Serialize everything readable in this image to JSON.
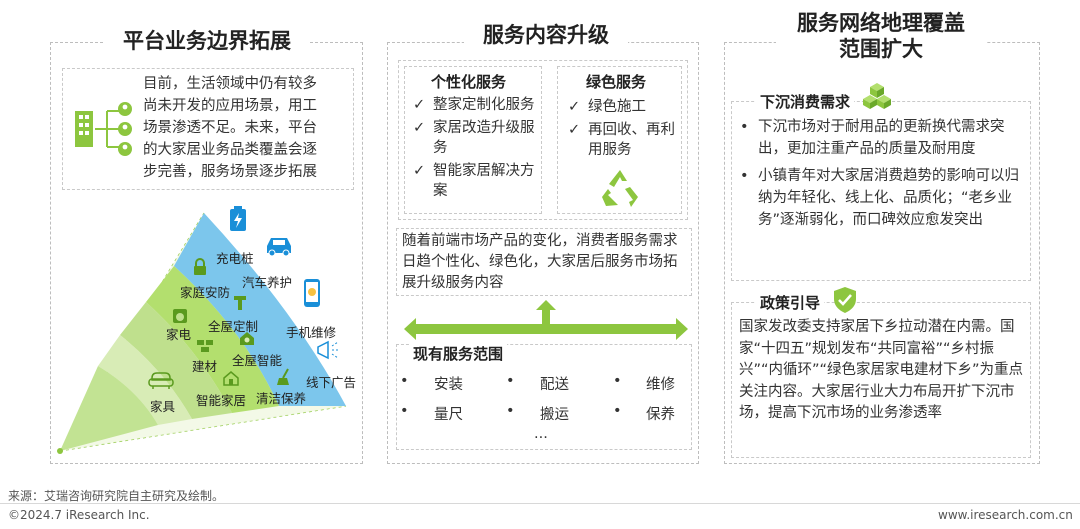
{
  "left": {
    "title": "平台业务边界拓展",
    "intro_lines": [
      "目前，生活领域中仍有较多",
      "尚未开发的应用场景，用工",
      "场景渗透不足。未来，平台",
      "的大家居业务品类覆盖会逐",
      "步完善，服务场景逐步拓展"
    ],
    "fan_labels": [
      {
        "text": "家具",
        "icon": "sofa-icon"
      },
      {
        "text": "智能家居",
        "icon": "smart-home-icon"
      },
      {
        "text": "清洁保养",
        "icon": "broom-icon"
      },
      {
        "text": "线下广告",
        "icon": "megaphone-icon"
      },
      {
        "text": "建材",
        "icon": "brick-icon"
      },
      {
        "text": "全屋智能",
        "icon": "smart-house-icon"
      },
      {
        "text": "家电",
        "icon": "appliance-icon"
      },
      {
        "text": "全屋定制",
        "icon": "wrench-icon"
      },
      {
        "text": "手机维修",
        "icon": "phone-icon"
      },
      {
        "text": "家庭安防",
        "icon": "lock-icon"
      },
      {
        "text": "汽车养护",
        "icon": "car-icon"
      },
      {
        "text": "充电桩",
        "icon": "battery-icon"
      }
    ],
    "colors": {
      "ring1": "#f1f8e3",
      "ring2": "#d8ecb6",
      "ring3": "#bfe08d",
      "ring4": "#b3df6e",
      "ring5": "#a8dcf0",
      "ring6": "#7cc6ec"
    }
  },
  "middle": {
    "title": "服务内容升级",
    "personal": {
      "heading": "个性化服务",
      "items": [
        "整家定制化服务",
        "家居改造升级服务",
        "智能家居解决方案"
      ]
    },
    "green": {
      "heading": "绿色服务",
      "items": [
        "绿色施工",
        "再回收、再利用服务"
      ],
      "icon": "recycle-icon"
    },
    "summary": "随着前端市场产品的变化，消费者服务需求日趋个性化、绿色化，大家居后服务市场拓展升级服务内容",
    "current": {
      "heading": "现有服务范围",
      "items": [
        "安装",
        "配送",
        "维修",
        "量尺",
        "搬运",
        "保养"
      ],
      "more": "..."
    },
    "colors": {
      "accent": "#8dc63f"
    }
  },
  "right": {
    "title_line1": "服务网络地理覆盖",
    "title_line2": "范围扩大",
    "demand": {
      "heading": "下沉消费需求",
      "items": [
        "下沉市场对于耐用品的更新换代需求突出，更加注重产品的质量及耐用度",
        "小镇青年对大家居消费趋势的影响可以归纳为年轻化、线上化、品质化；“老乡业务”逐渐弱化，而口碑效应愈发突出"
      ]
    },
    "policy": {
      "heading": "政策引导",
      "text": "国家发改委支持家居下乡拉动潜在内需。国家“十四五”规划发布“共同富裕”“乡村振兴”“内循环”“绿色家居家电建材下乡”为重点关注内容。大家居行业大力布局开扩下沉市场，提高下沉市场的业务渗透率"
    }
  },
  "footer": {
    "source": "来源：艾瑞咨询研究院自主研究及绘制。",
    "copyright": "©2024.7 iResearch Inc.",
    "website": "www.iresearch.com.cn"
  }
}
